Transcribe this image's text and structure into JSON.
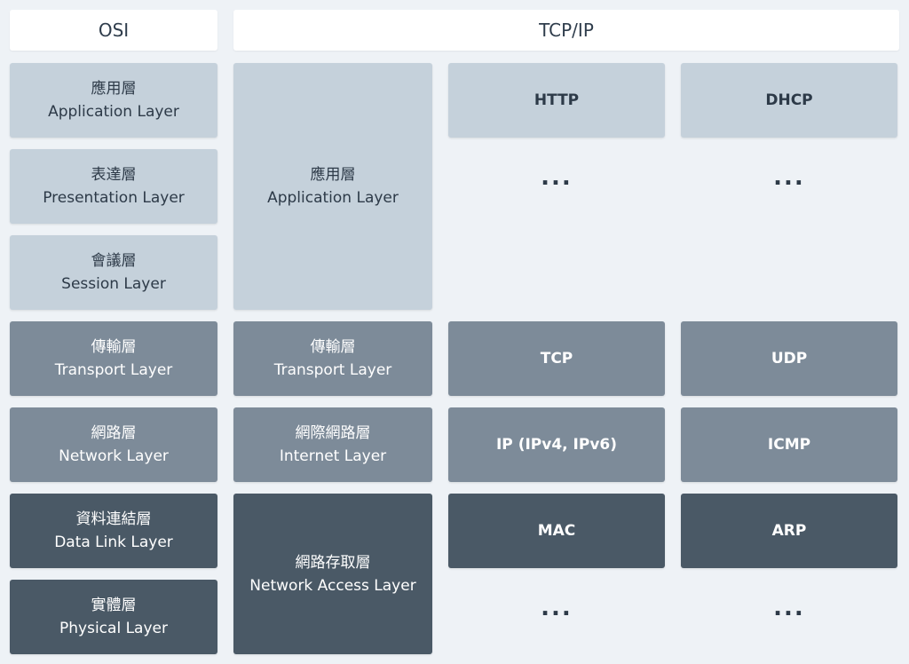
{
  "headers": {
    "osi": "OSI",
    "tcpip": "TCP/IP"
  },
  "osi": [
    {
      "zh": "應用層",
      "en": "Application Layer"
    },
    {
      "zh": "表達層",
      "en": "Presentation Layer"
    },
    {
      "zh": "會議層",
      "en": "Session Layer"
    },
    {
      "zh": "傳輸層",
      "en": "Transport Layer"
    },
    {
      "zh": "網路層",
      "en": "Network Layer"
    },
    {
      "zh": "資料連結層",
      "en": "Data Link Layer"
    },
    {
      "zh": "實體層",
      "en": "Physical Layer"
    }
  ],
  "tcpip": [
    {
      "zh": "應用層",
      "en": "Application Layer"
    },
    {
      "zh": "傳輸層",
      "en": "Transport Layer"
    },
    {
      "zh": "網際網路層",
      "en": "Internet Layer"
    },
    {
      "zh": "網路存取層",
      "en": "Network Access Layer"
    }
  ],
  "protocols": {
    "http": "HTTP",
    "dhcp": "DHCP",
    "tcp": "TCP",
    "udp": "UDP",
    "ip": "IP (IPv4, IPv6)",
    "icmp": "ICMP",
    "mac": "MAC",
    "arp": "ARP",
    "more": "..."
  },
  "colors": {
    "background": "#eef2f6",
    "upper_layers": "#c5d1db",
    "middle_layers": "#7d8b99",
    "lower_layers": "#4a5966",
    "header": "#ffffff"
  }
}
